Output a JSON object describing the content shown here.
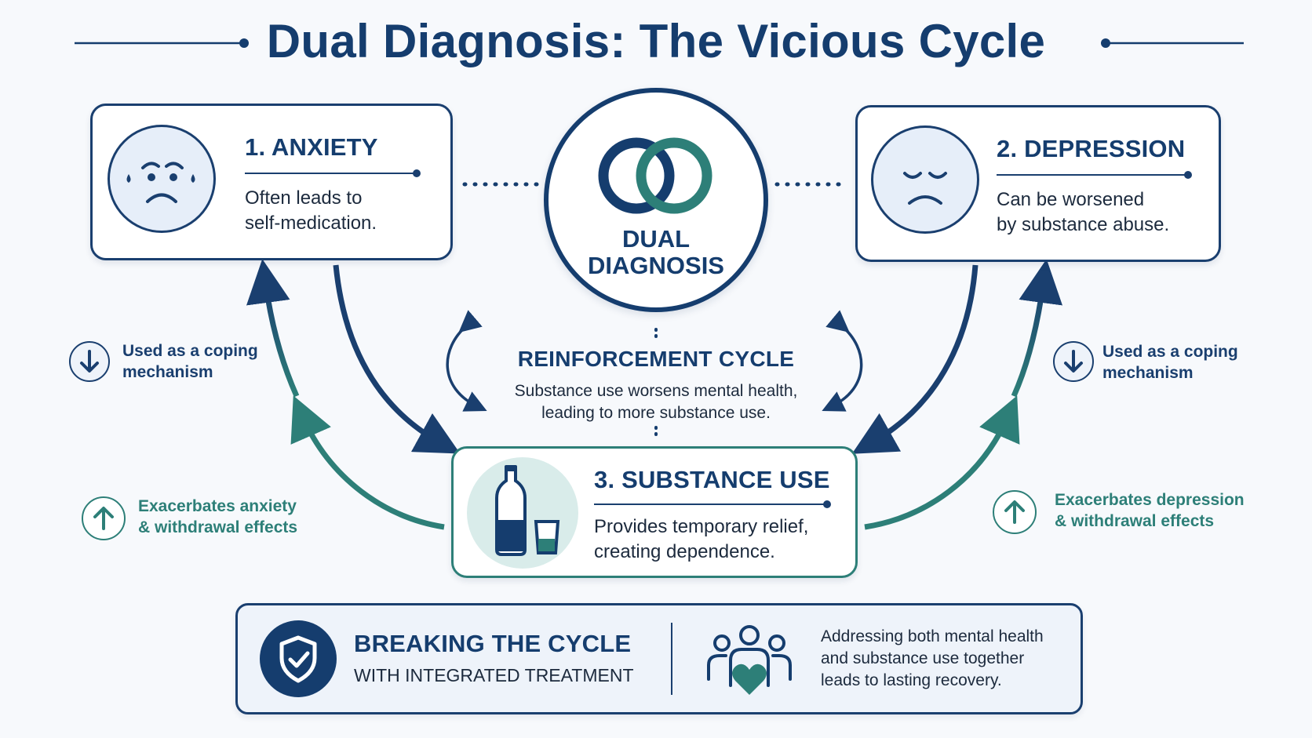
{
  "title": "Dual Diagnosis: The Vicious Cycle",
  "anxiety": {
    "title": "1. ANXIETY",
    "desc_line1": "Often leads to",
    "desc_line2": "self-medication."
  },
  "depression": {
    "title": "2. DEPRESSION",
    "desc_line1": "Can be worsened",
    "desc_line2": "by substance abuse."
  },
  "center": {
    "line1": "DUAL",
    "line2": "DIAGNOSIS"
  },
  "reinforcement": {
    "title": "REINFORCEMENT CYCLE",
    "desc_line1": "Substance use worsens mental health,",
    "desc_line2": "leading to more substance use."
  },
  "substance": {
    "title": "3. SUBSTANCE USE",
    "desc_line1": "Provides temporary relief,",
    "desc_line2": "creating dependence."
  },
  "left_coping": {
    "line1": "Used as a coping",
    "line2": "mechanism"
  },
  "right_coping": {
    "line1": "Used as a coping",
    "line2": "mechanism"
  },
  "left_exacerbates": {
    "line1": "Exacerbates anxiety",
    "line2": "& withdrawal effects"
  },
  "right_exacerbates": {
    "line1": "Exacerbates depression",
    "line2": "& withdrawal effects"
  },
  "breaking": {
    "title": "BREAKING THE CYCLE",
    "subtitle": "WITH INTEGRATED TREATMENT",
    "desc_line1": "Addressing both mental health",
    "desc_line2": "and substance use together",
    "desc_line3": "leads to lasting recovery."
  },
  "colors": {
    "navy": "#153d6e",
    "teal": "#2d7f78",
    "background": "#f7f9fc"
  },
  "icons": [
    "anxious-face-icon",
    "sad-face-icon",
    "interlocking-rings-icon",
    "bottle-and-glass-icon",
    "arrow-down-icon",
    "arrow-up-icon",
    "shield-check-icon",
    "people-heart-icon"
  ]
}
